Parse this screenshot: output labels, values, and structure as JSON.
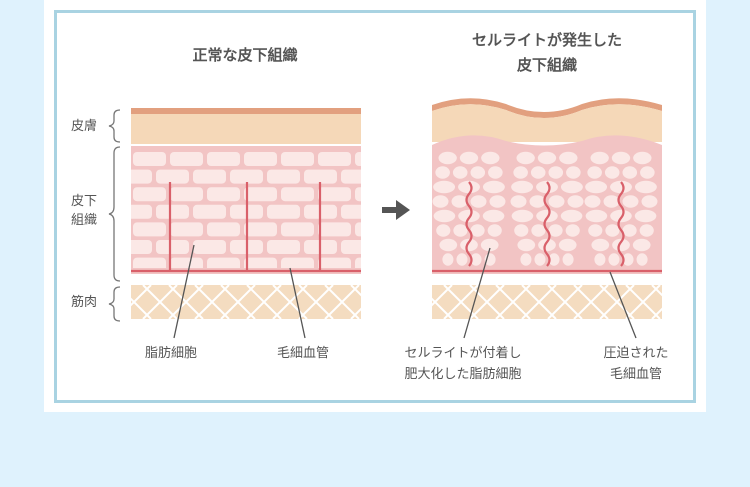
{
  "diagram": {
    "normal_title": "正常な皮下組織",
    "cellulite_title_line1": "セルライトが発生した",
    "cellulite_title_line2": "皮下組織",
    "layers": {
      "skin": "皮膚",
      "subcutaneous_line1": "皮下",
      "subcutaneous_line2": "組織",
      "muscle": "筋肉"
    },
    "labels": {
      "fat_cells": "脂肪細胞",
      "capillaries": "毛細血管",
      "cellulite_cells_line1": "セルライトが付着し",
      "cellulite_cells_line2": "肥大化した脂肪細胞",
      "compressed_line1": "圧迫された",
      "compressed_line2": "毛細血管"
    },
    "colors": {
      "skin_top": "#e2a07f",
      "skin": "#f5d8b8",
      "subcutaneous": "#f2c4c4",
      "fat_cell": "#fbe8e6",
      "capillary": "#d9606a",
      "muscle": "#f4dcc0",
      "muscle_lines": "#ffffff",
      "accent_frame": "#a9d3e2",
      "arrow": "#555555"
    },
    "arrow_icon": "right-arrow-icon"
  }
}
